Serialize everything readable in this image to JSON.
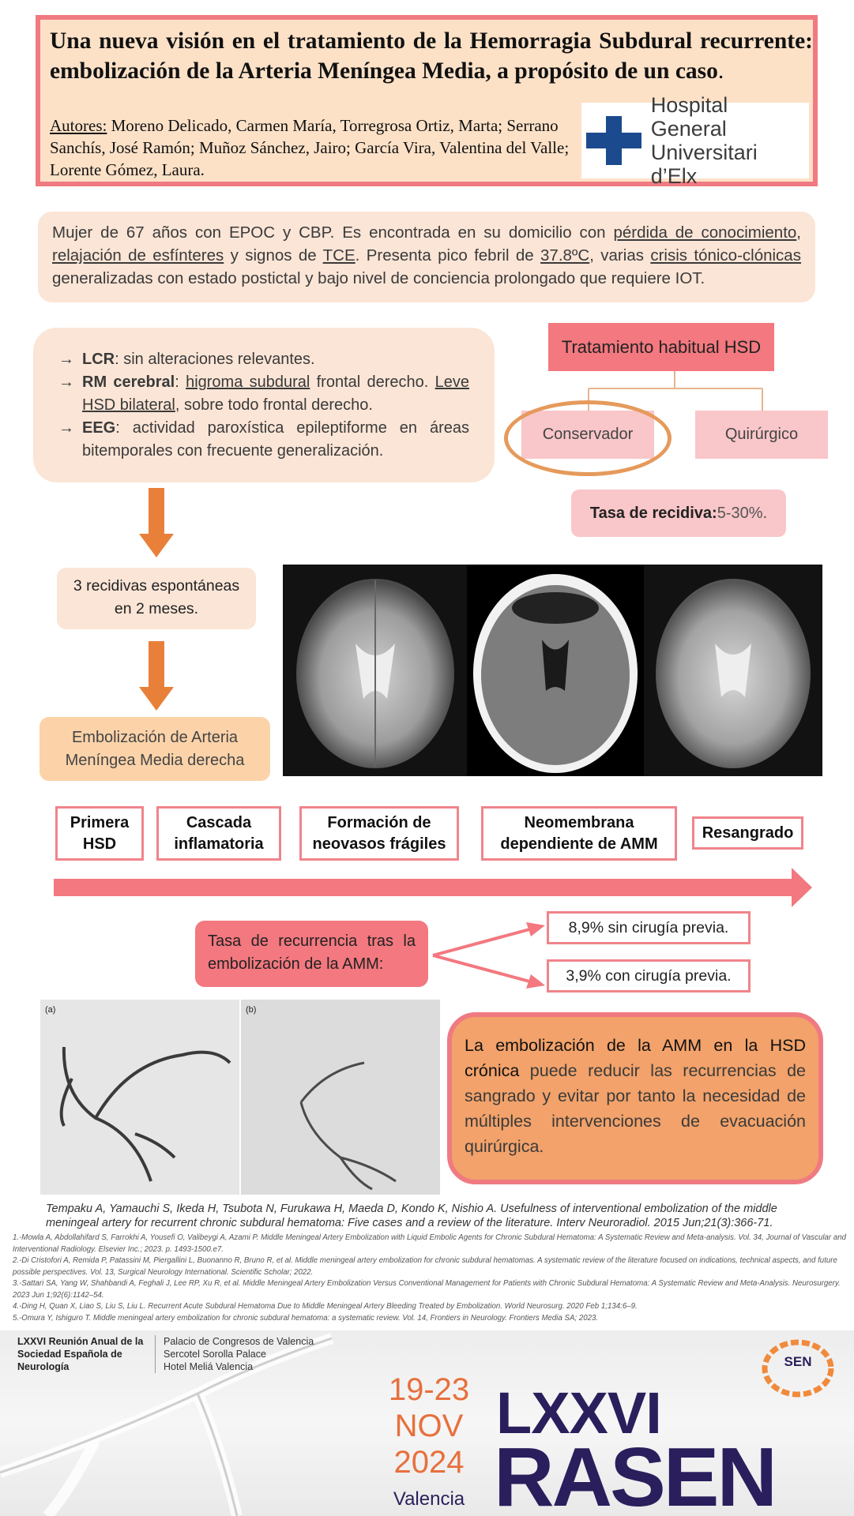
{
  "title": {
    "main": "Una nueva visión en el tratamiento de la Hemorragia Subdural recurrente: embolización de la Arteria Meníngea Media, a propósito de un caso",
    "period": ".",
    "authors_label": "Autores:",
    "authors": " Moreno Delicado, Carmen María, Torregrosa Ortiz, Marta; Serrano Sanchís, José Ramón; Muñoz Sánchez, Jairo; García Vira, Valentina del Valle; Lorente Gómez, Laura."
  },
  "hospital_logo": {
    "line1": "Hospital General",
    "line2": "Universitari d’Elx",
    "icon": "cross-icon",
    "color": "#1b4a8e"
  },
  "case": {
    "t1": "Mujer de 67 años con EPOC y CBP. Es encontrada en su domicilio con ",
    "u1": "pérdida de conocimiento",
    "t2": ", ",
    "u2": "relajación de esfínteres",
    "t3": " y signos de ",
    "u3": "TCE",
    "t4": ". Presenta pico febril de ",
    "u4": "37.8ºC",
    "t5": ", varias ",
    "u5": "crisis tónico-clónicas",
    "t6": " generalizadas con estado postictal y bajo nivel de conciencia prolongado que requiere IOT."
  },
  "findings": {
    "arrow": "→",
    "lcr_label": "LCR",
    "lcr_text": ": sin alteraciones relevantes.",
    "rm_label": "RM cerebral",
    "rm_t1": ": ",
    "rm_u1": "higroma subdural",
    "rm_t2": " frontal derecho. ",
    "rm_u2": "Leve HSD bilateral",
    "rm_t3": ", sobre todo frontal derecho.",
    "eeg_label": "EEG",
    "eeg_text": ": actividad paroxística epileptiforme en áreas bitemporales con frecuente generalización."
  },
  "treatment": {
    "title": "Tratamiento habitual HSD",
    "conservador": "Conservador",
    "quirurgico": "Quirúrgico",
    "recidiva_label": "Tasa de recidiva:",
    "recidiva_value": " 5-30%."
  },
  "flow": {
    "recidivas_bold": "3 recidivas espontáneas",
    "recidivas_rest": "en  2 meses.",
    "embolizacion_line1": "Embolización de Arteria",
    "embolizacion_line2": "Meníngea Media derecha"
  },
  "angio": {
    "label_a": "(a)",
    "label_b": "(b)"
  },
  "timeline": {
    "steps": [
      "Primera HSD",
      "Cascada inflamatoria",
      "Formación de neovasos frágiles",
      "Neomembrana dependiente de AMM",
      "Resangrado"
    ]
  },
  "recurrence": {
    "label": "Tasa de recurrencia tras la embolización de la AMM:",
    "no_surgery": "8,9% sin cirugía previa.",
    "with_surgery": "3,9% con cirugía previa."
  },
  "conclusion": {
    "bold": "La embolización de la AMM en la HSD crónica",
    "rest": " puede reducir las recurrencias de sangrado y evitar por tanto la necesidad de múltiples intervenciones de evacuación quirúrgica."
  },
  "figure_citation": "Tempaku A, Yamauchi S, Ikeda H, Tsubota N, Furukawa H, Maeda D, Kondo K, Nishio A. Usefulness of interventional embolization of the middle meningeal artery for recurrent chronic subdural hematoma: Five cases and a review of the literature. Interv Neuroradiol. 2015 Jun;21(3):366-71.",
  "references": [
    "1.-Mowla A, Abdollahifard S, Farrokhi A, Yousefi O, Valibeygi A, Azami P. Middle Meningeal Artery Embolization with Liquid Embolic Agents for Chronic Subdural Hematoma: A Systematic Review and Meta-analysis. Vol. 34, Journal of Vascular and Interventional Radiology. Elsevier Inc.; 2023. p. 1493-1500.e7.",
    "2.-Di Cristofori A, Remida P, Patassini M, Piergallini L, Buonanno R, Bruno R, et al. Middle meningeal artery embolization for chronic subdural hematomas. A systematic review of the literature focused on indications, technical aspects, and future possible perspectives. Vol. 13, Surgical Neurology International. Scientific Scholar; 2022.",
    "3.-Sattari SA, Yang W, Shahbandi A, Feghali J, Lee RP, Xu R, et al. Middle Meningeal Artery Embolization Versus Conventional Management for Patients with Chronic Subdural Hematoma: A Systematic Review and Meta-Analysis. Neurosurgery. 2023 Jun 1;92(6):1142–54.",
    "4.-Ding H, Quan X, Liao S, Liu S, Liu L. Recurrent Acute Subdural Hematoma Due to Middle Meningeal Artery Bleeding Treated by Embolization. World Neurosurg. 2020 Feb 1;134:6–9.",
    "5.-Omura Y, Ishiguro T. Middle meningeal artery embolization for chronic subdural hematoma: a systematic review. Vol. 14, Frontiers in Neurology. Frontiers Media SA; 2023."
  ],
  "footer": {
    "reunion": "LXXVI Reunión Anual de la Sociedad Española de Neurología",
    "venue1": "Palacio de Congresos de Valencia",
    "venue2": "Sercotel Sorolla Palace",
    "venue3": "Hotel Meliá Valencia",
    "date1": "19-23",
    "date2": "NOV",
    "date3": "2024",
    "city": "Valencia",
    "event1": "LXXVI",
    "event2": "RASEN",
    "sen_logo": "SEN",
    "accent_orange": "#e7703d",
    "accent_navy": "#2a1f5c"
  }
}
